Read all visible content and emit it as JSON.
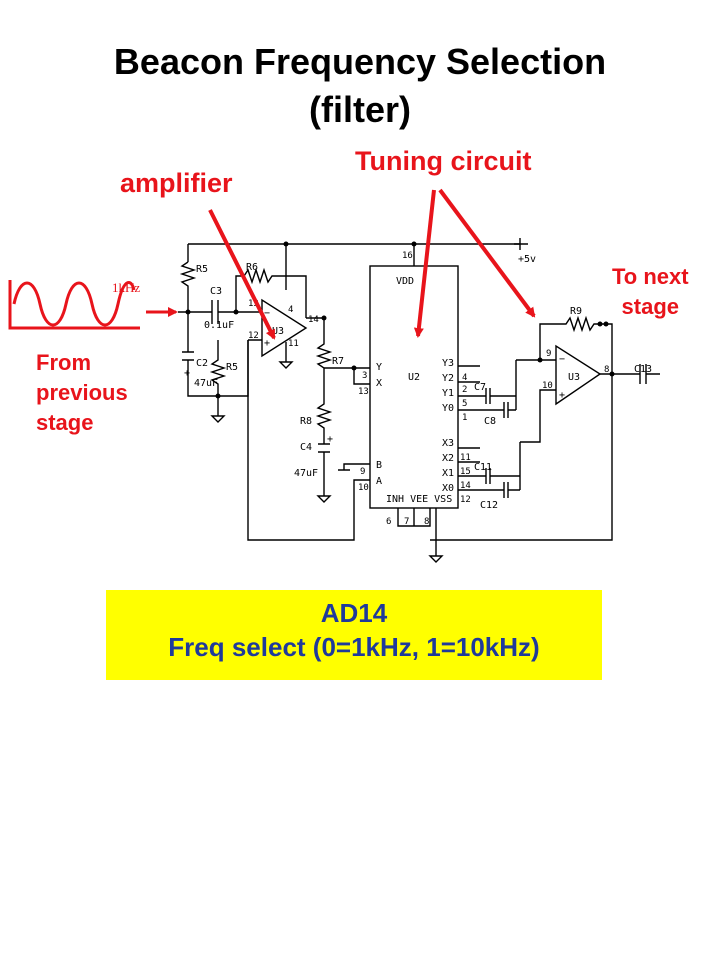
{
  "title": {
    "line1": "Beacon Frequency Selection",
    "line2": "(filter)"
  },
  "labels": {
    "tuning_circuit": "Tuning circuit",
    "amplifier": "amplifier",
    "to_next_stage_1": "To next",
    "to_next_stage_2": "stage",
    "from_prev_1": "From",
    "from_prev_2": "previous",
    "from_prev_3": "stage",
    "signal_freq": "1kHz"
  },
  "components": {
    "r5a": "R5",
    "r6": "R6",
    "c3": "C3",
    "c3_val": "0.1uF",
    "c2": "C2",
    "c2_val": "47uF",
    "r5b": "R5",
    "u3a": "U3",
    "r7": "R7",
    "r8": "R8",
    "c4": "C4",
    "c4_val": "47uF",
    "u2": "U2",
    "vdd": "VDD",
    "bottom_pins": "INH VEE VSS",
    "vplus": "+5v",
    "c7": "C7",
    "c8": "C8",
    "c11": "C11",
    "c12": "C12",
    "c13": "C13",
    "r9": "R9",
    "u3b": "U3",
    "y": "Y",
    "x": "X",
    "b": "B",
    "a": "A",
    "y3": "Y3",
    "y2": "Y2",
    "y1": "Y1",
    "y0": "Y0",
    "x3": "X3",
    "x2": "X2",
    "x1": "X1",
    "x0": "X0",
    "minus": "−",
    "plus": "+",
    "cap_plus": "+"
  },
  "pins": {
    "p13a": "13",
    "p4": "4",
    "p14a": "14",
    "p12a": "12",
    "p11a": "11",
    "p16": "16",
    "p3": "3",
    "p13b": "13",
    "p9a": "9",
    "p10a": "10",
    "py3": "4",
    "py2": "2",
    "py1": "5",
    "py0": "1",
    "px3": "11",
    "px2": "15",
    "px1": "14",
    "px0": "12",
    "p6": "6",
    "p7": "7",
    "p8a": "8",
    "p9b": "9",
    "p10b": "10",
    "p8b": "8"
  },
  "info_box": {
    "line1": "AD14",
    "line2": "Freq select (0=1kHz, 1=10kHz)"
  },
  "colors": {
    "accent_red": "#e8141b",
    "box_bg": "#ffff00",
    "box_text": "#1f3a9b"
  }
}
